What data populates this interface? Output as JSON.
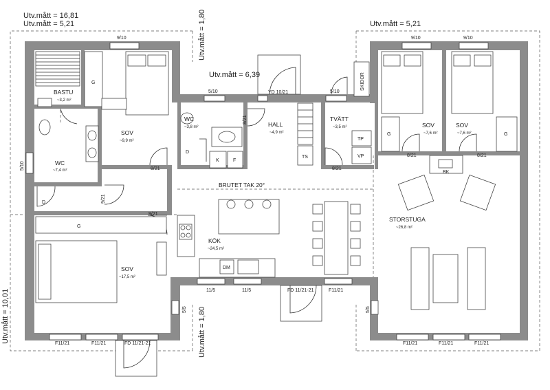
{
  "dimensions": {
    "total_width": "Utv.mått = 16,81",
    "left_depth": "Utv.mått = 5,21",
    "right_depth": "Utv.mått = 5,21",
    "side_depth": "Utv.mått = 10,01",
    "top_offset": "Utv.mått = 1,80",
    "bottom_offset": "Utv.mått = 1,80",
    "center_width": "Utv.mått = 6,39"
  },
  "rooms": {
    "bastu": {
      "name": "BASTU",
      "area": "~3,2 m²"
    },
    "wc_left": {
      "name": "WC",
      "area": "~7,4 m²"
    },
    "sov_left_top": {
      "name": "SOV",
      "area": "~9,9 m²"
    },
    "wc_center": {
      "name": "WC",
      "area": "~3,8 m²"
    },
    "hall": {
      "name": "HALL",
      "area": "~4,9 m²"
    },
    "tvatt": {
      "name": "TVÄTT",
      "area": "~3,5 m²"
    },
    "sov_right_1": {
      "name": "SOV",
      "area": "~7,6 m²"
    },
    "sov_right_2": {
      "name": "SOV",
      "area": "~7,6 m²"
    },
    "kok": {
      "name": "KÖK",
      "area": "~24,5 m²"
    },
    "sov_master": {
      "name": "SOV",
      "area": "~17,5 m²"
    },
    "storstuga": {
      "name": "STORSTUGA",
      "area": "~26,8 m²"
    }
  },
  "notes": {
    "ceiling": "BRUTET TAK 20°"
  },
  "doors": {
    "yd": "YD 10/21",
    "fd_bottom_left": "FD 11/21-21",
    "fd_center": "FD 11/21-21",
    "d_sov_top": "8/21",
    "d_wc_center": "8/21",
    "d_tvatt": "8/21",
    "d_sov_r1": "8/21",
    "d_sov_r2": "8/21",
    "d_wc_left": "9/21",
    "d_sov_master": "9/21"
  },
  "windows": {
    "w_sov_top": "9/10",
    "w_sov_r1": "9/10",
    "w_sov_r2": "9/10",
    "w_wc_center": "5/10",
    "w_tvatt": "5/10",
    "w_wc_left": "5/10",
    "w_kok_1": "11/5",
    "w_kok_2": "11/5",
    "w_kok_3": "F11/21",
    "w_master_1": "F11/21",
    "w_master_2": "F11/21",
    "w_store_1": "F11/21",
    "w_store_2": "F11/21",
    "w_store_3": "F11/21",
    "w_master_side": "5/5",
    "w_store_side": "5/5"
  },
  "fixtures": {
    "skidor": "SKIDOR",
    "g_sov_top": "G",
    "d_wc_left": "D",
    "d_wc_center": "D",
    "k": "K",
    "f": "F",
    "ts": "TS",
    "tp": "TP",
    "vp": "VP",
    "g_sov_r1": "G",
    "g_sov_r2": "G",
    "bk": "BK",
    "dm": "DM",
    "g_master": "G"
  }
}
